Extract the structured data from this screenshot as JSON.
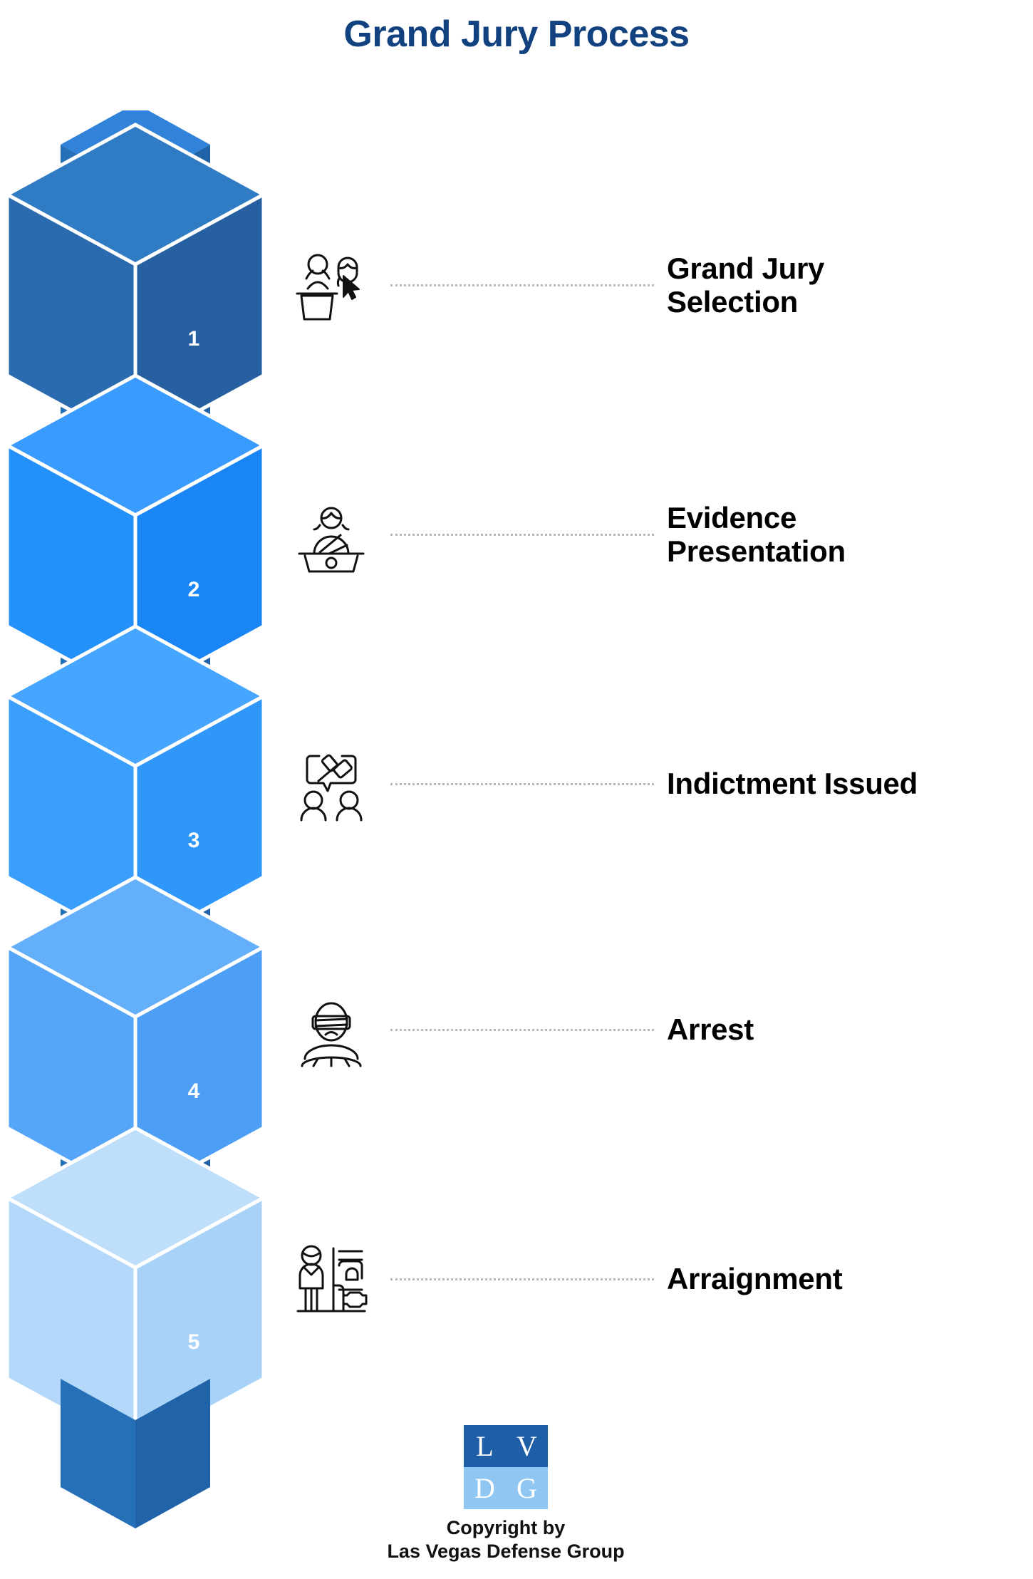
{
  "title": "Grand Jury Process",
  "colors": {
    "title": "#11417F",
    "connector": "#2670B8",
    "step1": "#2660A0",
    "step2": "#1A85F5",
    "step3": "#2F97FA",
    "step4": "#4C9FF5",
    "step5": "#A8D2F8",
    "label": "#000000",
    "dotted_line": "#b9b9b9"
  },
  "steps": [
    {
      "number": "1",
      "label": "Grand Jury Selection",
      "label_line1": "Grand Jury",
      "label_line2": "Selection",
      "icon": "jury-selection-icon",
      "color": "#2660A0"
    },
    {
      "number": "2",
      "label": "Evidence Presentation",
      "label_line1": "Evidence",
      "label_line2": "Presentation",
      "icon": "witness-stand-icon",
      "color": "#1A85F5"
    },
    {
      "number": "3",
      "label": "Indictment Issued",
      "label_line1": "Indictment Issued",
      "label_line2": "",
      "icon": "gavel-speech-bubble-icon",
      "color": "#2F97FA"
    },
    {
      "number": "4",
      "label": "Arrest",
      "label_line1": "Arrest",
      "label_line2": "",
      "icon": "blindfolded-inmate-icon",
      "color": "#4C9FF5"
    },
    {
      "number": "5",
      "label": "Arraignment",
      "label_line1": "Arraignment",
      "label_line2": "",
      "icon": "courtroom-bench-icon",
      "color": "#A8D2F8"
    }
  ],
  "footer": {
    "logo_letters": [
      "L",
      "V",
      "D",
      "G"
    ],
    "copyright_line1": "Copyright by",
    "copyright_line2": "Las Vegas Defense Group"
  }
}
